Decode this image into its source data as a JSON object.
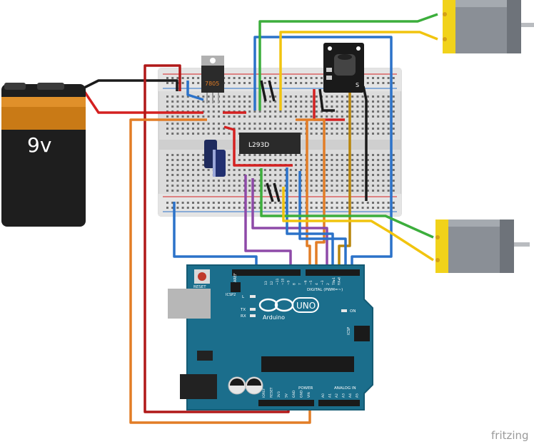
{
  "battery": {
    "label": "9v"
  },
  "chip": {
    "label": "L293D"
  },
  "regulator": {
    "label": "7805"
  },
  "ir_sensor": {
    "pin_label": "S"
  },
  "arduino": {
    "name": "Arduino",
    "model": "UNO",
    "reset_label": "RESET",
    "icsp2_label": "ICSP2",
    "icsp_label": "ICSP",
    "digital_label": "DIGITAL (PWM=~)",
    "power_label": "POWER",
    "analog_label": "ANALOG IN",
    "on_label": "ON",
    "l_label": "L",
    "tx_label": "TX",
    "rx_label": "RX",
    "aref_label": "AREF",
    "gnd_label": "GND",
    "digital_pins": [
      "13",
      "12",
      "~11",
      "~10",
      "~9",
      "8",
      "7",
      "~6",
      "~5",
      "4",
      "~3",
      "2",
      "TX▸1",
      "RX◂0"
    ],
    "power_pins": [
      "IOREF",
      "RESET",
      "3V3",
      "5V",
      "GND",
      "GND",
      "VIN"
    ],
    "analog_pins": [
      "A0",
      "A1",
      "A2",
      "A3",
      "A4",
      "A5"
    ]
  },
  "watermark": "fritzing",
  "wire_colors": {
    "red": "#d42020",
    "black": "#1a1a1a",
    "blue": "#2b72c9",
    "green": "#3cae3c",
    "yellow": "#f1c40f",
    "orange": "#e27d26",
    "purple": "#8e4aa8",
    "brown": "#b8860b"
  }
}
